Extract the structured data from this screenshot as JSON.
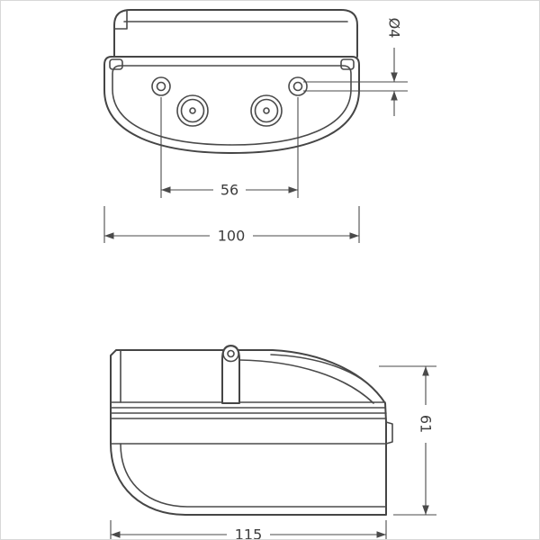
{
  "drawing": {
    "front_view": {
      "hole_diameter_label": "Ø4",
      "hole_spacing_label": "56",
      "width_label": "100"
    },
    "side_view": {
      "height_label": "61",
      "width_label": "115"
    }
  },
  "colors": {
    "line": "#454545",
    "dimension": "#4a4a4a",
    "background": "#ffffff"
  }
}
